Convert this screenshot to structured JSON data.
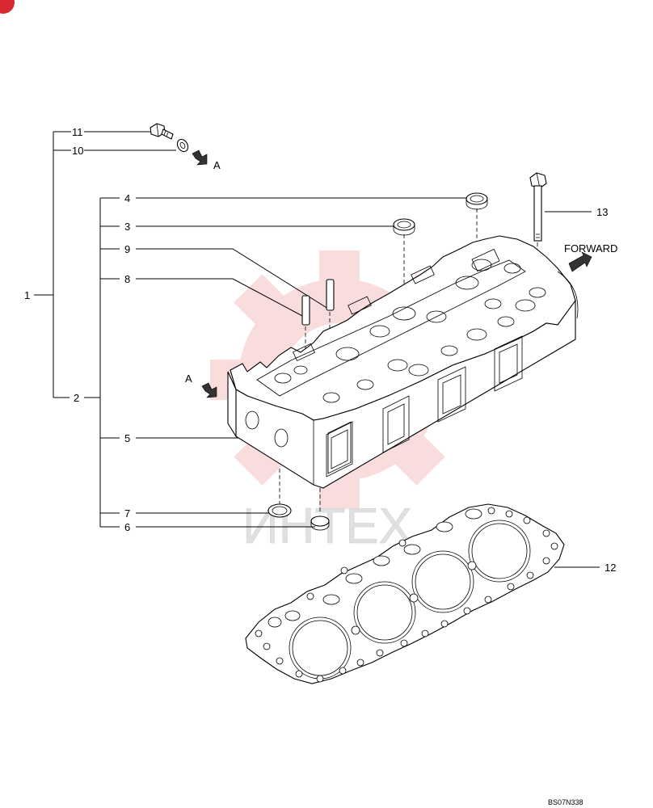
{
  "callouts": {
    "c1": "1",
    "c2": "2",
    "c3": "3",
    "c4": "4",
    "c5": "5",
    "c6": "6",
    "c7": "7",
    "c8": "8",
    "c9": "9",
    "c10": "10",
    "c11": "11",
    "c12": "12",
    "c13": "13"
  },
  "view_arrow_label": "A",
  "forward_label": "FORWARD",
  "drawing_code": "BS07N338",
  "watermark_text": "ИНТЕХ",
  "colors": {
    "line": "#000000",
    "watermark": "#f2b8b8",
    "badge": "#d9282f"
  }
}
